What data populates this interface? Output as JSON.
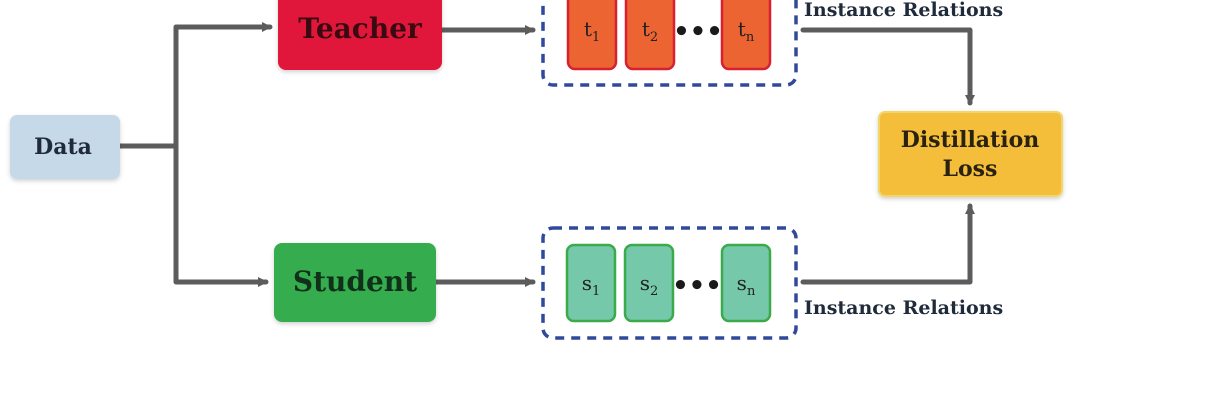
{
  "nodes": {
    "data": "Data",
    "teacher": "Teacher",
    "student": "Student",
    "loss_line1": "Distillation",
    "loss_line2": "Loss"
  },
  "teacher_relations": {
    "label": "Instance Relations",
    "items": [
      {
        "base": "t",
        "sub": "1"
      },
      {
        "base": "t",
        "sub": "2"
      },
      {
        "base": "t",
        "sub": "n"
      }
    ],
    "ellipsis": "•••"
  },
  "student_relations": {
    "label": "Instance Relations",
    "items": [
      {
        "base": "s",
        "sub": "1"
      },
      {
        "base": "s",
        "sub": "2"
      },
      {
        "base": "s",
        "sub": "n"
      }
    ],
    "ellipsis": "•••"
  },
  "colors": {
    "data": "#c6d9e8",
    "teacher": "#e0153a",
    "student": "#36ad50",
    "loss": "#f4be3a",
    "teacher_cell": "#ec6432",
    "student_cell": "#76c8ab",
    "arrow": "#5c5c5c",
    "dashed_border": "#2f4a9a"
  }
}
